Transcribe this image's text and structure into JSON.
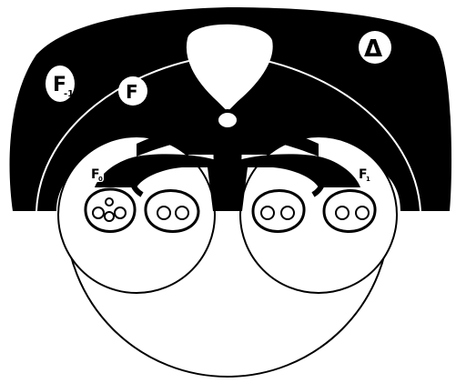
{
  "labels": {
    "f_minus_1": "F",
    "f_minus_1_sub": "-1",
    "f": "F",
    "f_0": "F",
    "f_0_sub": "0",
    "f_1": "F",
    "f_1_sub": "1",
    "delta": "Δ"
  },
  "colors": {
    "ink": "#000000",
    "paper": "#ffffff"
  }
}
